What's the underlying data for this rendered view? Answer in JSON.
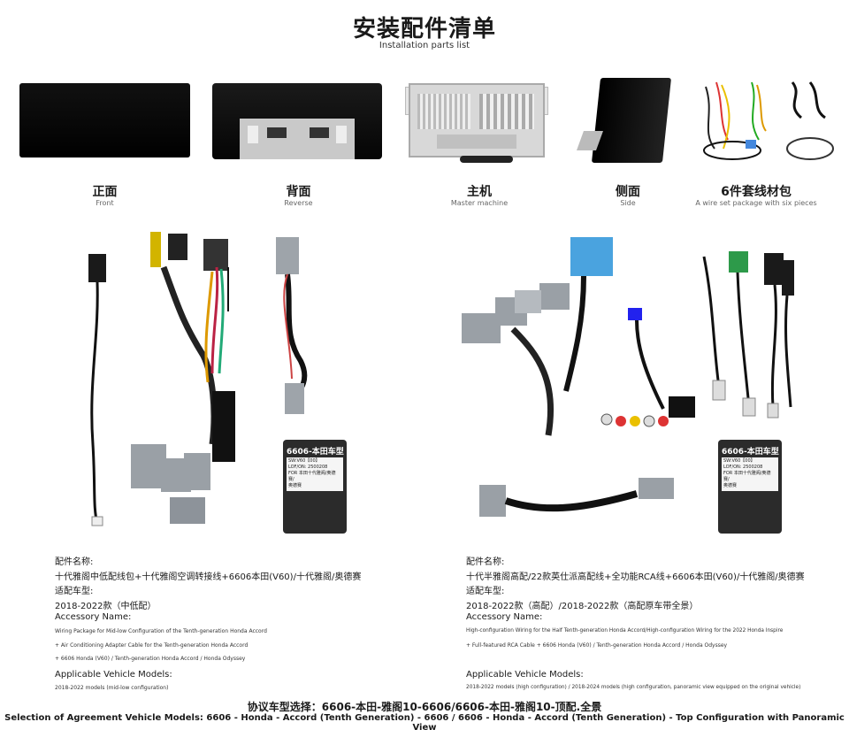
{
  "header": {
    "title_zh": "安装配件清单",
    "title_en": "Installation parts list"
  },
  "products": [
    {
      "zh": "正面",
      "en": "Front"
    },
    {
      "zh": "背面",
      "en": "Reverse"
    },
    {
      "zh": "主机",
      "en": "Master machine"
    },
    {
      "zh": "侧面",
      "en": "Side"
    },
    {
      "zh": "6件套线材包",
      "en": "A wire set package with six pieces"
    }
  ],
  "boxes": {
    "left": {
      "header": "6606-本田车型",
      "label_lines": [
        "SW:V60【00】",
        "LOF/ON: 2500208",
        "FOR 本田十代雅阁/奥德赛/",
        "奥德赛"
      ]
    },
    "right": {
      "header": "6606-本田车型",
      "label_lines": [
        "SW:V60【00】",
        "LOF/ON: 2500208",
        "FOR 本田十代雅阁/奥德赛/",
        "奥德赛"
      ]
    }
  },
  "left_info": {
    "name_label": "配件名称:",
    "name_value": "十代雅阁中低配线包+十代雅阁空调转接线+6606本田(V60)/十代雅阁/奥德赛",
    "models_label": "适配车型:",
    "models_value": "2018-2022款（中低配）",
    "acc_label": "Accessory Name:",
    "acc_line1": "Wiring Package for Mid-low Configuration of the Tenth-generation Honda Accord",
    "acc_line2": "+ Air Conditioning Adapter Cable for the Tenth-generation Honda Accord",
    "acc_line3": "+ 6606 Honda (V60) / Tenth-generation Honda Accord / Honda Odyssey",
    "app_label": "Applicable Vehicle Models:",
    "app_value": "2018-2022 models (mid-low configuration)"
  },
  "right_info": {
    "name_label": "配件名称:",
    "name_value": "十代半雅阁高配/22款英仕派高配线+全功能RCA线+6606本田(V60)/十代雅阁/奥德赛",
    "models_label": "适配车型:",
    "models_value": "2018-2022款（高配）/2018-2022款（高配原车带全景）",
    "acc_label": "Accessory Name:",
    "acc_line1": "High-configuration Wiring for the Half Tenth-generation Honda Accord/High-configuration Wiring for the 2022 Honda Inspire",
    "acc_line2": "+ Full-featured RCA Cable + 6606 Honda (V60) / Tenth-generation Honda Accord / Honda Odyssey",
    "app_label": "Applicable Vehicle Models:",
    "app_value": "2018-2022 models (high configuration) / 2018-2024 models (high configuration, panoramic view equipped on the original vehicle)"
  },
  "footer": {
    "zh": "协议车型选择：6606-本田-雅阁10-6606/6606-本田-雅阁10-顶配.全景",
    "en": "Selection of Agreement Vehicle Models: 6606 - Honda - Accord (Tenth Generation) - 6606 / 6606 - Honda - Accord (Tenth Generation) - Top Configuration with Panoramic View"
  }
}
